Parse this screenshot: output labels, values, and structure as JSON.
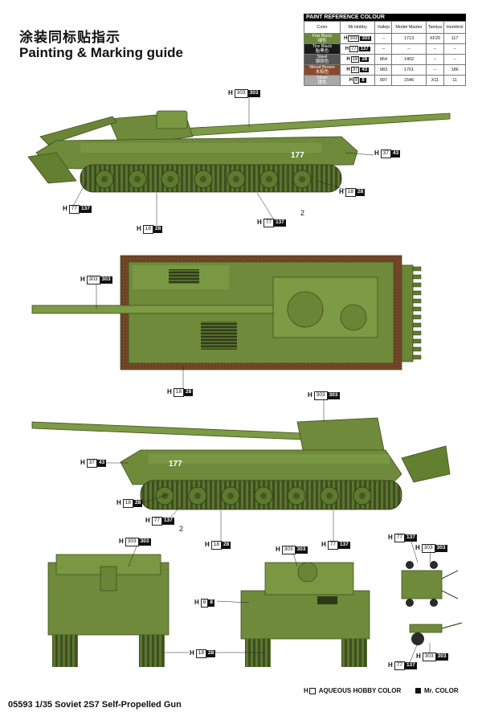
{
  "header": {
    "title_cn": "涂装同标贴指示",
    "title_en": "Painting & Marking guide"
  },
  "paint_table": {
    "title": "PAINT REFERENCE COLOUR",
    "columns": [
      "Color",
      "Mr.Hobby",
      "Vallejo",
      "Model Master",
      "Tamiya",
      "Humbrol"
    ],
    "rows": [
      {
        "name": "Flat Black",
        "name_cn": "绿色",
        "swatch": "#6d8a3c",
        "aq": "303",
        "mr": "303",
        "vallejo": "--",
        "mm": "1713",
        "tamiya": "XF20",
        "humbrol": "117"
      },
      {
        "name": "Tire Black",
        "name_cn": "胎黑色",
        "swatch": "#1a1a1a",
        "aq": "77",
        "mr": "137",
        "vallejo": "--",
        "mm": "--",
        "tamiya": "--",
        "humbrol": "--"
      },
      {
        "name": "Steel",
        "name_cn": "钢铁色",
        "swatch": "#555555",
        "aq": "18",
        "mr": "28",
        "vallejo": "864",
        "mm": "1402",
        "tamiya": "--",
        "humbrol": "--"
      },
      {
        "name": "Wood Brown",
        "name_cn": "木棕色",
        "swatch": "#8b4a2b",
        "aq": "37",
        "mr": "43",
        "vallejo": "983",
        "mm": "1701",
        "tamiya": "--",
        "humbrol": "186"
      },
      {
        "name": "Silver",
        "name_cn": "银色",
        "swatch": "#a9a9a9",
        "aq": "8",
        "mr": "8",
        "vallejo": "997",
        "mm": "1546",
        "tamiya": "X11",
        "humbrol": "11"
      }
    ]
  },
  "callouts": {
    "c1": {
      "aq": "303",
      "mr": "303"
    },
    "c2": {
      "aq": "37",
      "mr": "43"
    },
    "c3": {
      "aq": "18",
      "mr": "28"
    },
    "c4": {
      "aq": "77",
      "mr": "137"
    },
    "c5": {
      "aq": "18",
      "mr": "28"
    },
    "c6": {
      "aq": "77",
      "mr": "137"
    },
    "c7": {
      "aq": "303",
      "mr": "303"
    },
    "c8": {
      "aq": "18",
      "mr": "28"
    },
    "c9": {
      "aq": "303",
      "mr": "303"
    },
    "c10": {
      "aq": "37",
      "mr": "43"
    },
    "c11": {
      "aq": "18",
      "mr": "28"
    },
    "c12": {
      "aq": "77",
      "mr": "137"
    },
    "c13": {
      "aq": "18",
      "mr": "28"
    },
    "c14": {
      "aq": "77",
      "mr": "137"
    },
    "c15": {
      "aq": "303",
      "mr": "303"
    },
    "c16": {
      "aq": "303",
      "mr": "303"
    },
    "c17": {
      "aq": "8",
      "mr": "8"
    },
    "c18": {
      "aq": "18",
      "mr": "28"
    },
    "c19": {
      "aq": "77",
      "mr": "137"
    },
    "c20": {
      "aq": "303",
      "mr": "303"
    },
    "c21": {
      "aq": "77",
      "mr": "137"
    },
    "c22": {
      "aq": "303",
      "mr": "303"
    },
    "h_letter": "H"
  },
  "markings": {
    "marker_number": "2",
    "hull_number": "177"
  },
  "legend": {
    "aqueous_symbol": "H",
    "aqueous_label": "AQUEOUS HOBBY COLOR",
    "mr_label": "Mr. COLOR"
  },
  "footer": {
    "text": "05593 1/35 Soviet 2S7 Self-Propelled Gun"
  },
  "colors": {
    "green": "#6f8a3a",
    "green_dark": "#4d6426",
    "green_light": "#8aa550",
    "tire": "#2a2a2a",
    "wood": "#7a4a2a"
  }
}
